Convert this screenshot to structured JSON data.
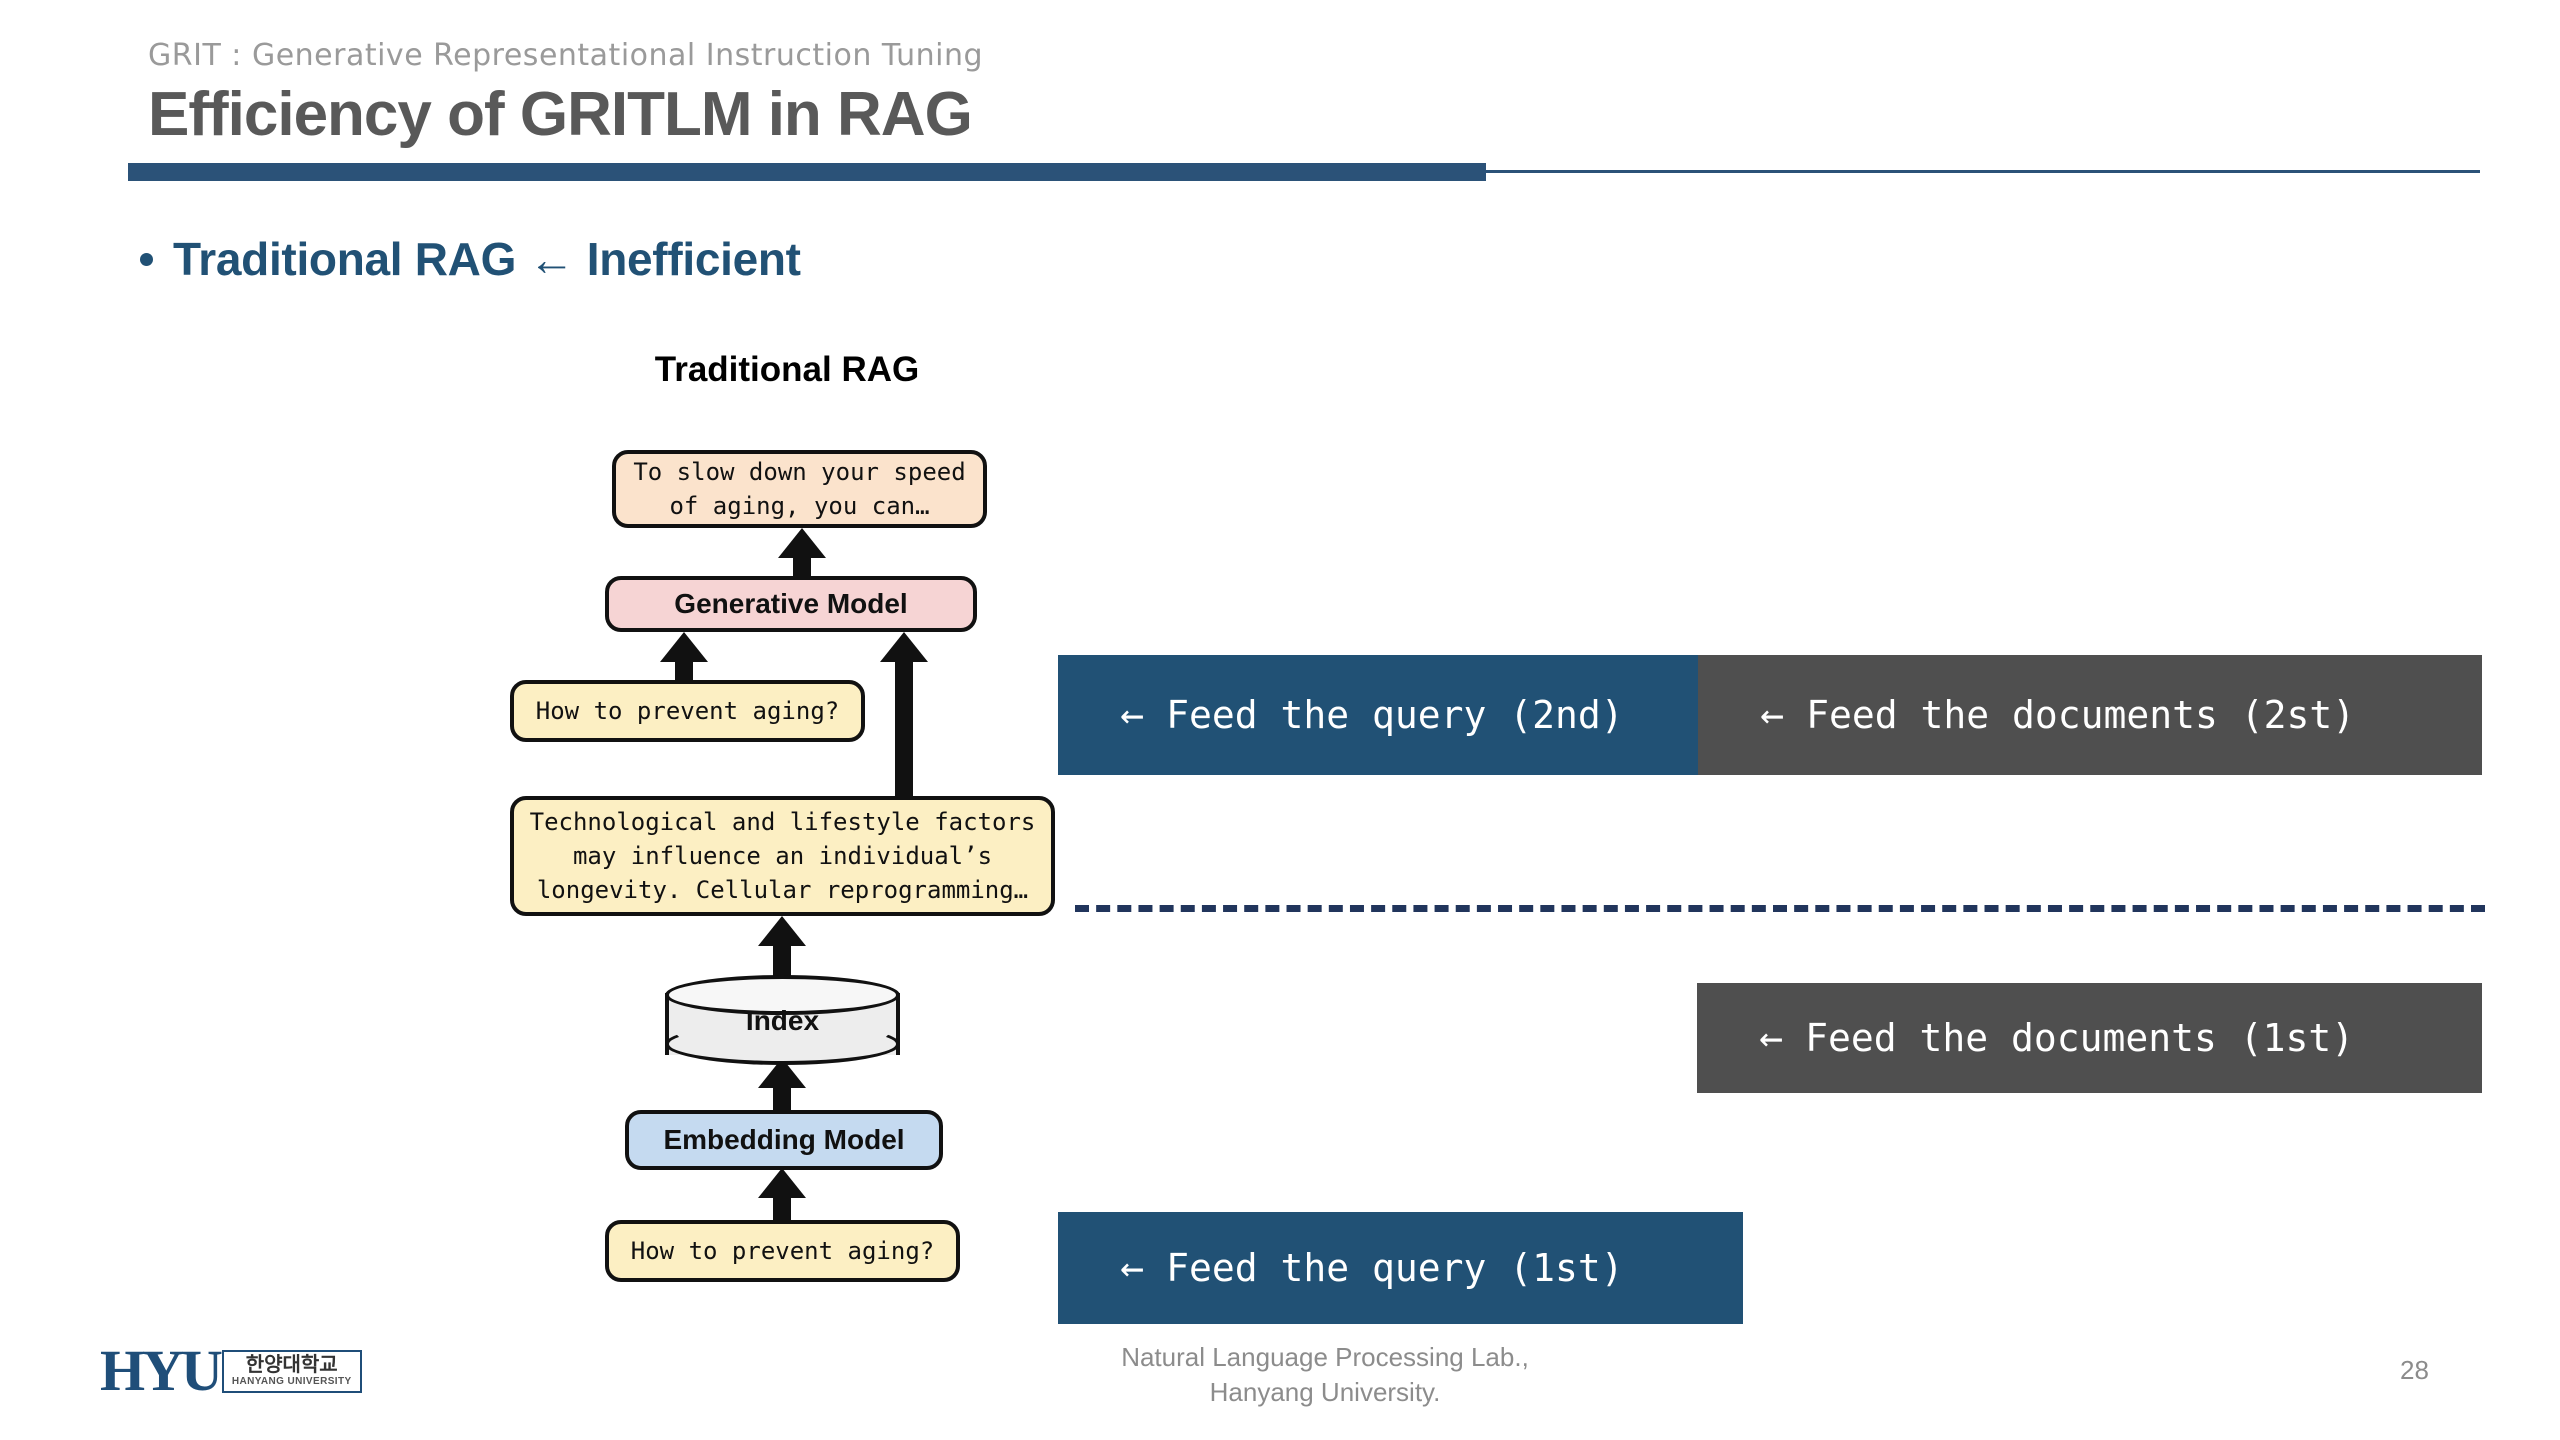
{
  "header": {
    "eyebrow": "GRIT : Generative Representational Instruction Tuning",
    "title": "Efficiency of GRITLM in RAG",
    "accent_color": "#2b5278"
  },
  "bullet": {
    "text": "Traditional RAG ← Inefficient",
    "color": "#215175"
  },
  "diagram": {
    "title": "Traditional RAG",
    "nodes": {
      "answer": "To slow down your speed of aging, you can…",
      "generative_model": "Generative Model",
      "query_second": "How to prevent aging?",
      "documents": "Technological and lifestyle factors may influence an individual’s longevity. Cellular reprogramming…",
      "index": "Index",
      "embedding_model": "Embedding Model",
      "query_first": "How to prevent aging?"
    },
    "colors": {
      "answer_box": "#FBE3CC",
      "generative_model_box": "#F6D4D4",
      "query_box": "#FCEFC3",
      "documents_box": "#FCEFC3",
      "index_cylinder": "#EDEDED",
      "embedding_model_box": "#C5DAF0",
      "stroke": "#111111"
    }
  },
  "banners": {
    "arrow_glyph": "←",
    "query_second": "Feed the query (2nd)",
    "documents_second": "Feed the documents (2st)",
    "documents_first": "Feed the documents (1st)",
    "query_first": "Feed the query (1st)",
    "blue": "#215175",
    "gray": "#4F4F4F"
  },
  "divider": {
    "color": "#21355c"
  },
  "footer": {
    "logo_mark": "HYU",
    "logo_korean": "한양대학교",
    "logo_english": "HANYANG UNIVERSITY",
    "lab_line1": "Natural Language Processing Lab.,",
    "lab_line2": "Hanyang University.",
    "page_number": "28"
  }
}
